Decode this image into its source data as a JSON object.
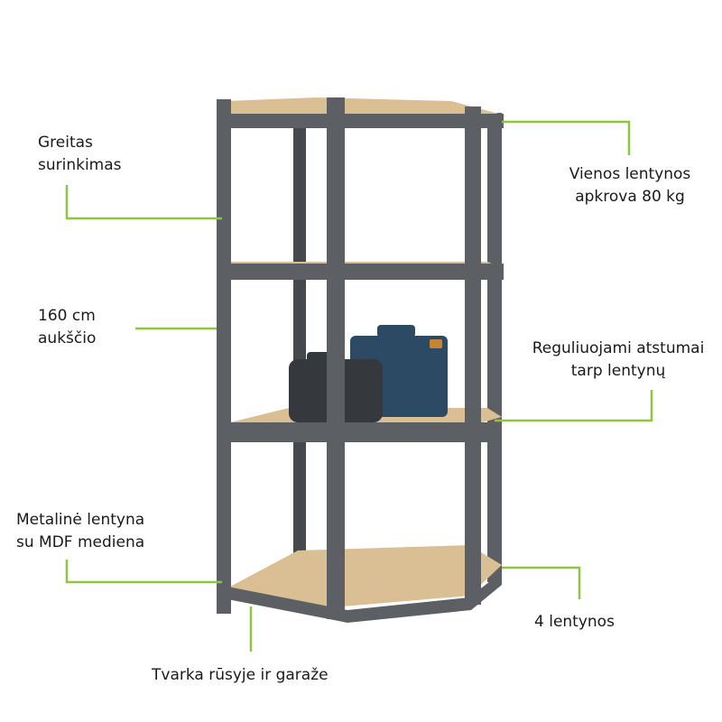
{
  "colors": {
    "callout_line": "#8dc63f",
    "metal": "#5c5f64",
    "metal_dark": "#45484d",
    "mdf": "#d9bf93",
    "case_black": "#35383c",
    "case_blue": "#2c4a63",
    "case_latch": "#c9852e"
  },
  "callouts": {
    "quick_assembly": "Greitas\nsurinkimas",
    "height": "160 cm\naukščio",
    "metal_shelf": "Metalinė lentyna\nsu MDF mediena",
    "storage": "Tvarka rūsyje ir garaže",
    "load": "Vienos lentynos\napkrova 80 kg",
    "adjustable": "Reguliuojami atstumai\ntarp lentynų",
    "shelves": "4 lentynos"
  }
}
